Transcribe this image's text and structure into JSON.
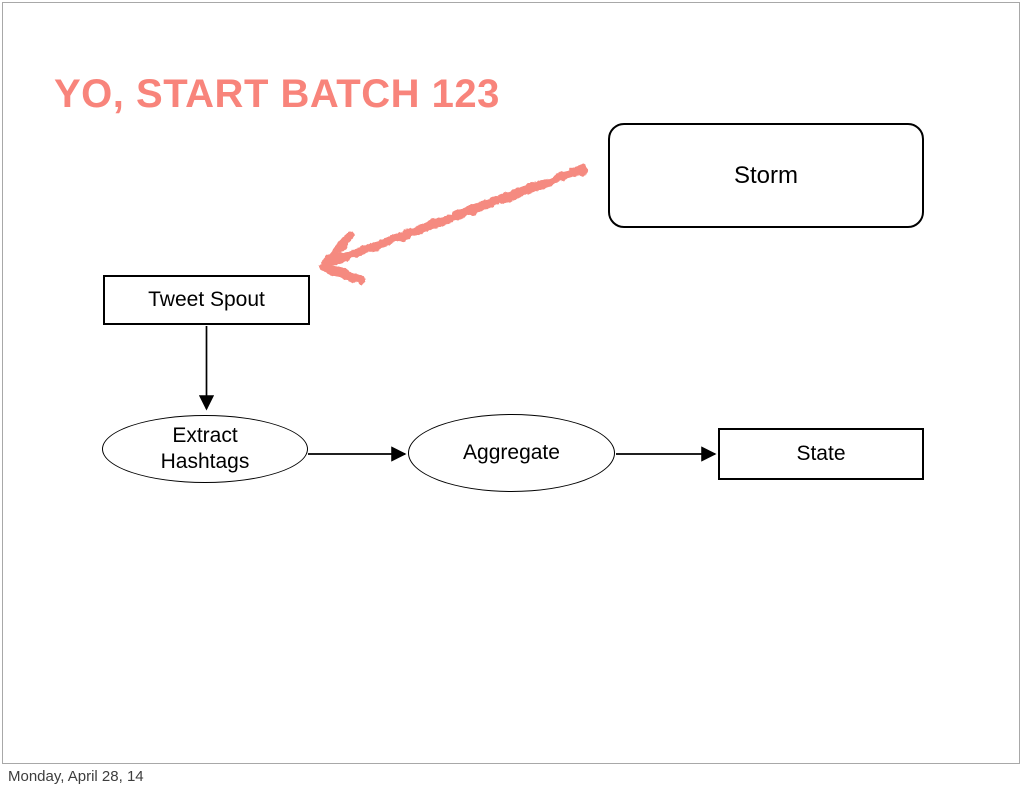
{
  "slide": {
    "title": "YO, START BATCH 123",
    "footer_date": "Monday, April 28, 14",
    "colors": {
      "accent_salmon": "#F8847B",
      "hand_drawn_arrow": "#F58A80",
      "node_border": "#000000",
      "node_fill": "#FFFFFF",
      "frame_border": "#A8A8A8",
      "footer_text": "#3D3D3D"
    },
    "nodes": {
      "storm": {
        "label": "Storm",
        "shape": "rounded-rectangle"
      },
      "tweet_spout": {
        "label": "Tweet Spout",
        "shape": "rectangle"
      },
      "extract_hashtags": {
        "label_line1": "Extract",
        "label_line2": "Hashtags",
        "shape": "ellipse"
      },
      "aggregate": {
        "label": "Aggregate",
        "shape": "ellipse"
      },
      "state": {
        "label": "State",
        "shape": "rectangle"
      }
    },
    "edges": [
      {
        "from": "tweet_spout",
        "to": "extract_hashtags",
        "style": "solid-arrow"
      },
      {
        "from": "extract_hashtags",
        "to": "aggregate",
        "style": "solid-arrow"
      },
      {
        "from": "aggregate",
        "to": "state",
        "style": "solid-arrow"
      },
      {
        "from": "storm",
        "to": "tweet_spout",
        "style": "hand-drawn-arrow"
      }
    ]
  }
}
